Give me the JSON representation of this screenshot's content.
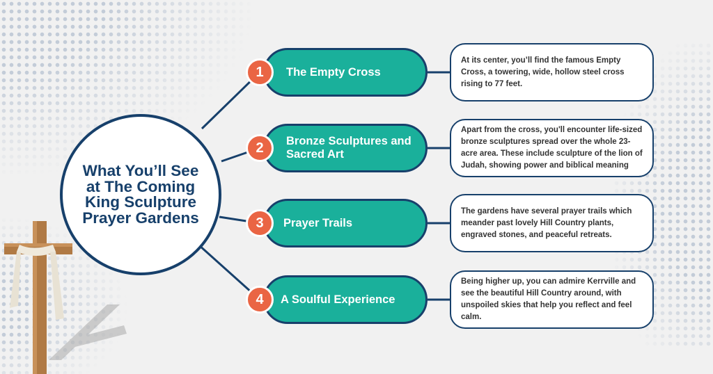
{
  "colors": {
    "accent": "#1ab09b",
    "outline": "#17406b",
    "badge": "#ea6544",
    "background": "#f1f1f1"
  },
  "hub": {
    "title": "What You’ll See at The Coming King Sculpture Prayer Gardens"
  },
  "items": [
    {
      "number": "1",
      "title": "The Empty Cross",
      "description": "At its center, you’ll find the famous Empty Cross, a towering, wide, hollow steel cross rising to 77 feet."
    },
    {
      "number": "2",
      "title": "Bronze Sculptures and Sacred Art",
      "description": "Apart from the cross, you'll encounter life-sized bronze sculptures spread over the whole 23-acre area. These include sculpture of the lion of Judah, showing power and biblical meaning"
    },
    {
      "number": "3",
      "title": "Prayer Trails",
      "description": "The gardens have several prayer trails which meander past lovely Hill Country plants, engraved stones, and peaceful retreats."
    },
    {
      "number": "4",
      "title": "A Soulful Experience",
      "description": "Being higher up, you can admire Kerrville and see the beautiful Hill Country around, with unspoiled skies that help you reflect and feel calm."
    }
  ],
  "decor": {
    "cross_icon": "wooden-cross-with-draped-cloth"
  }
}
